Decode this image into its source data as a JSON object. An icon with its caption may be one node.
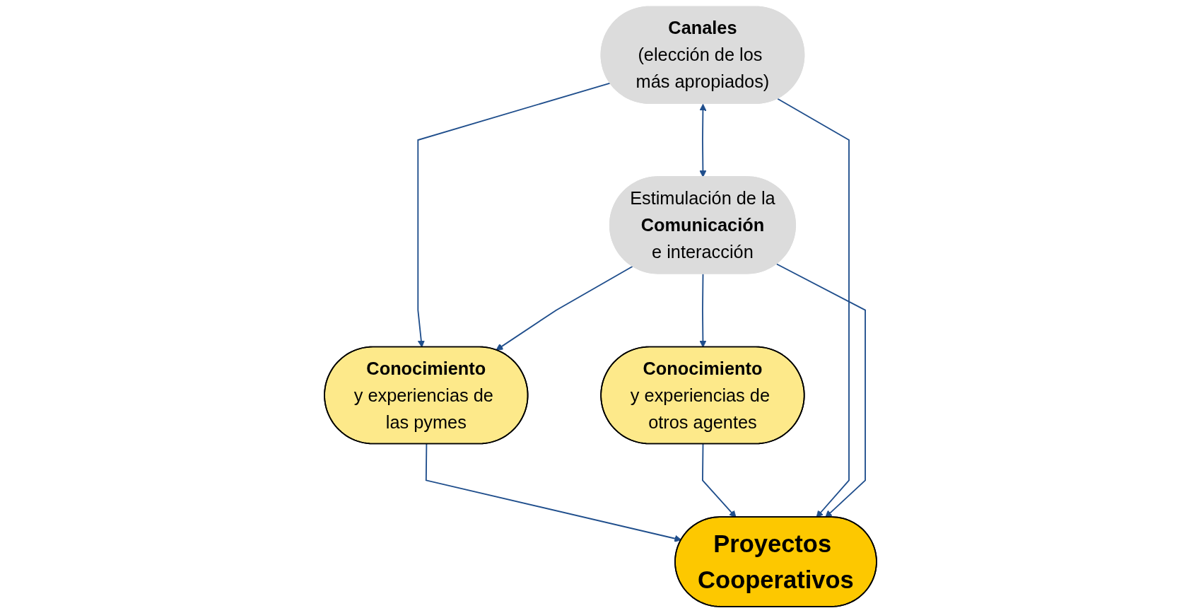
{
  "diagram": {
    "nodes": [
      {
        "text": [
          "Conocimiento",
          "y experiencias de las pymes"
        ]
      },
      {
        "text": [
          "Conocimiento",
          "y experiencias de otros agentes"
        ]
      },
      {
        "text": [
          "Proyectos Cooperativos"
        ]
      },
      {
        "text": [
          "Canales",
          "(elección de los más apropiados)"
        ]
      },
      {
        "text": [
          "Estimulación de la",
          "Comunicación",
          "e interacción"
        ]
      }
    ],
    "edges": [
      {
        "from": 0,
        "to": 2,
        "arrow": "to"
      },
      {
        "from": 1,
        "to": 2,
        "arrow": "to"
      },
      {
        "from": 3,
        "to": 0,
        "arrow": "to"
      },
      {
        "from": 3,
        "to": 2,
        "arrow": "to"
      },
      {
        "from": 4,
        "to": 2,
        "arrow": "to"
      },
      {
        "from": 4,
        "to": 0,
        "arrow": "to"
      },
      {
        "from": 4,
        "to": 1,
        "arrow": "to"
      },
      {
        "from": 3,
        "to": 4,
        "arrow": "both"
      }
    ]
  }
}
